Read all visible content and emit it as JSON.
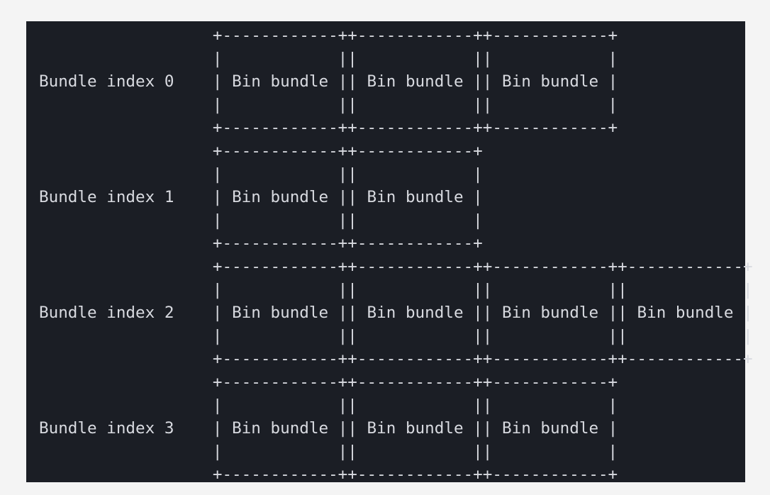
{
  "rows": [
    {
      "label": "Bundle index 0",
      "bins": [
        "Bin bundle",
        "Bin bundle",
        "Bin bundle"
      ]
    },
    {
      "label": "Bundle index 1",
      "bins": [
        "Bin bundle",
        "Bin bundle"
      ]
    },
    {
      "label": "Bundle index 2",
      "bins": [
        "Bin bundle",
        "Bin bundle",
        "Bin bundle",
        "Bin bundle"
      ]
    },
    {
      "label": "Bundle index 3",
      "bins": [
        "Bin bundle",
        "Bin bundle",
        "Bin bundle"
      ]
    }
  ]
}
